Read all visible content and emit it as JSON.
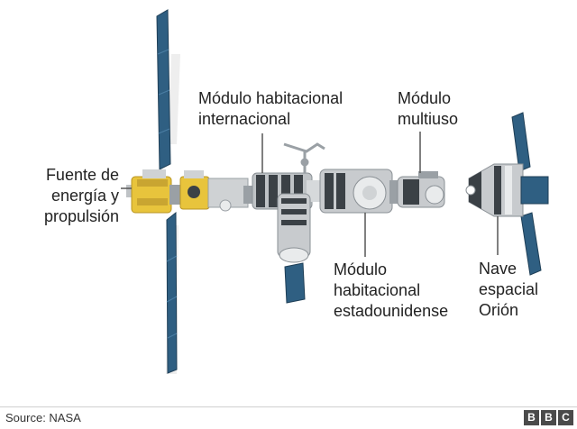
{
  "labels": {
    "power": "Fuente de\nenergía y\npropulsión",
    "intl_hab": "Módulo habitacional\ninternacional",
    "multi": "Módulo\nmultiuso",
    "us_hab": "Módulo\nhabitacional\nestadounidense",
    "orion": "Nave\nespacial\nOrión"
  },
  "footer": {
    "source": "Source: NASA",
    "brand_letters": [
      "B",
      "B",
      "C"
    ]
  },
  "colors": {
    "solar_panel": "#2f5f82",
    "power_module": "#e8c43c",
    "module_gray": "#bfc3c6",
    "dark_band": "#3b4146",
    "leader": "#555555"
  }
}
